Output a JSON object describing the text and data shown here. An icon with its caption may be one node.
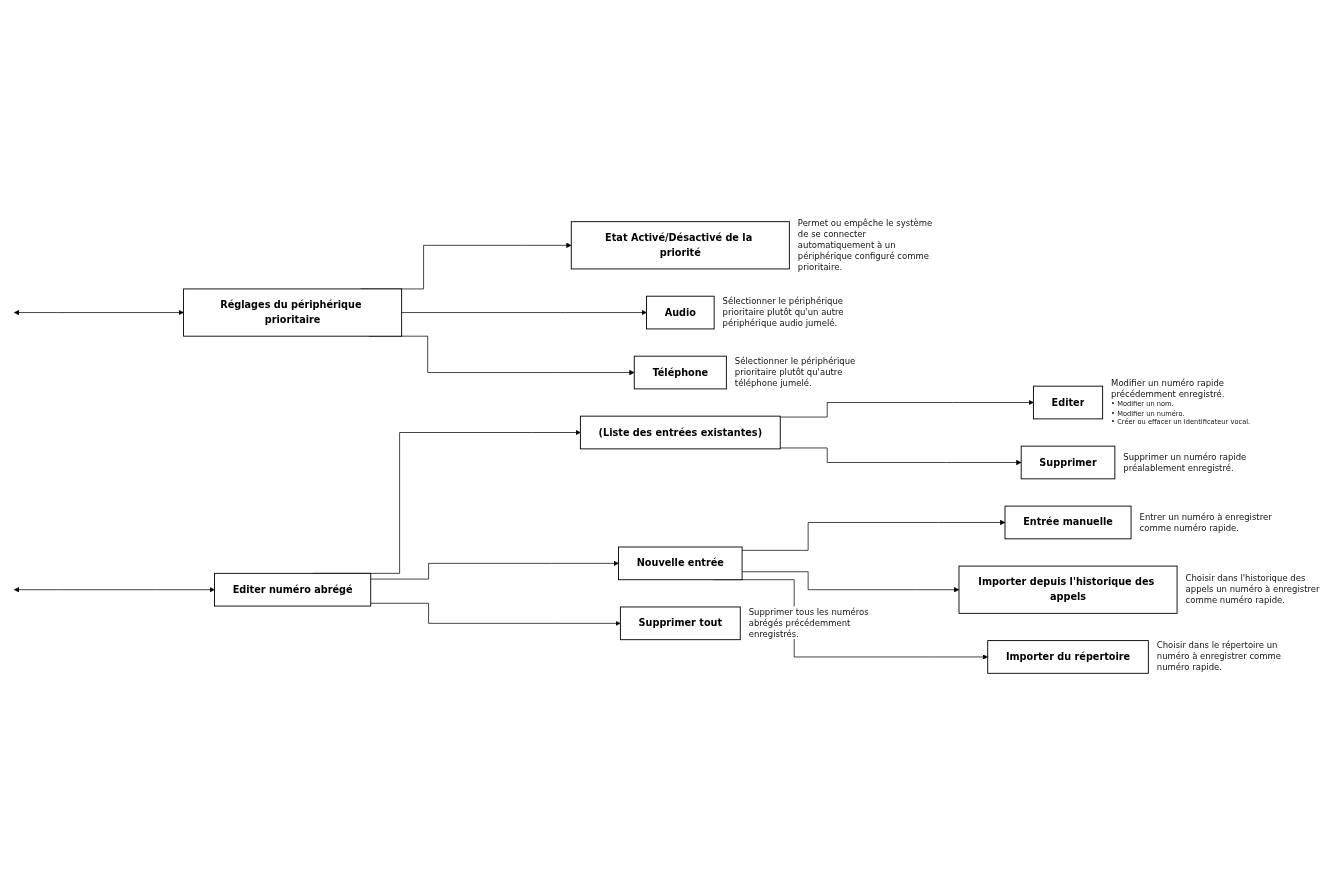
{
  "diagram": {
    "nodes": [
      {
        "text": [
          "Réglages du périphérique prioritaire"
        ]
      },
      {
        "text": [
          "Etat Activé/Désactivé de la priorité"
        ],
        "beside": [
          "Permet ou empêche le système de se connecter automatiquement à un périphérique configuré comme prioritaire."
        ]
      },
      {
        "text": [
          "Audio"
        ],
        "beside": [
          "Sélectionner le périphérique prioritaire plutôt qu'un autre périphérique audio jumelé."
        ]
      },
      {
        "text": [
          "Téléphone"
        ],
        "beside": [
          "Sélectionner le périphérique prioritaire plutôt qu'autre téléphone jumelé."
        ]
      },
      {
        "text": [
          "Editer numéro abrégé"
        ]
      },
      {
        "text": [
          "(Liste des entrées existantes)"
        ]
      },
      {
        "text": [
          "Editer"
        ],
        "beside": [
          "Modifier un numéro rapide précédemment enregistré.",
          "• Modifier un nom.",
          "• Modifier un numéro.",
          "• Créer ou effacer un identificateur vocal."
        ]
      },
      {
        "text": [
          "Supprimer"
        ],
        "beside": [
          "Supprimer un numéro rapide préalablement enregistré."
        ]
      },
      {
        "text": [
          "Nouvelle entrée"
        ]
      },
      {
        "text": [
          "Entrée manuelle"
        ],
        "beside": [
          "Entrer un numéro à enregistrer comme numéro rapide."
        ]
      },
      {
        "text": [
          "Importer depuis l'historique des appels"
        ],
        "beside": [
          "Choisir dans l'historique des appels un numéro à enregistrer comme numéro rapide."
        ]
      },
      {
        "text": [
          "Importer du répertoire"
        ],
        "beside": [
          "Choisir dans le répertoire un numéro à enregistrer comme numéro rapide."
        ]
      },
      {
        "text": [
          "Supprimer tout"
        ],
        "beside": [
          "Supprimer tous les numéros abrégés précédemment enregistrés."
        ]
      }
    ],
    "edges": [
      {
        "from": null,
        "to": 0,
        "arrow": "both"
      },
      {
        "from": 0,
        "to": 1,
        "arrow": "to"
      },
      {
        "from": 0,
        "to": 2,
        "arrow": "to"
      },
      {
        "from": 0,
        "to": 3,
        "arrow": "to"
      },
      {
        "from": null,
        "to": 4,
        "arrow": "both"
      },
      {
        "from": 4,
        "to": 5,
        "arrow": "to"
      },
      {
        "from": 4,
        "to": 8,
        "arrow": "to"
      },
      {
        "from": 4,
        "to": 12,
        "arrow": "to"
      },
      {
        "from": 5,
        "to": 6,
        "arrow": "to"
      },
      {
        "from": 5,
        "to": 7,
        "arrow": "to"
      },
      {
        "from": 8,
        "to": 9,
        "arrow": "to"
      },
      {
        "from": 8,
        "to": 10,
        "arrow": "to"
      },
      {
        "from": 8,
        "to": 11,
        "arrow": "to"
      }
    ]
  }
}
